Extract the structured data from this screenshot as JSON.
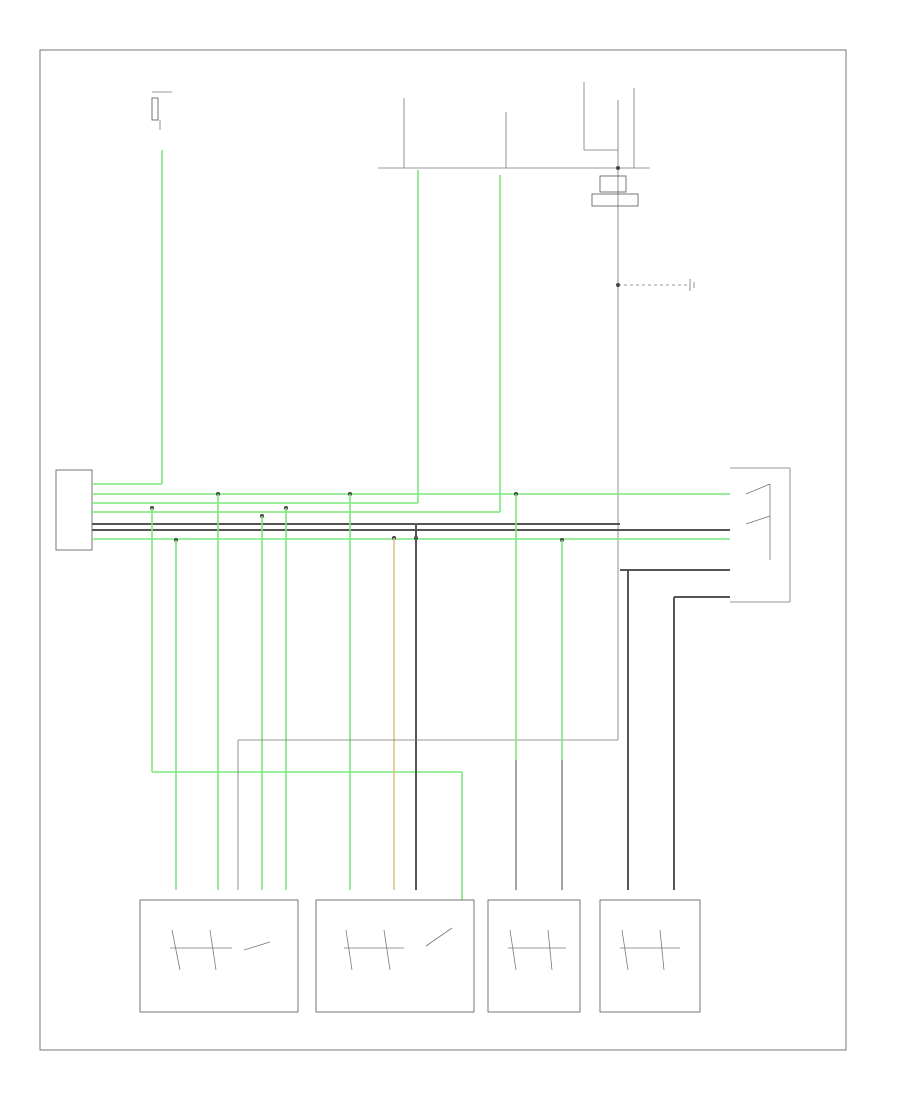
{
  "diagram": {
    "title": "",
    "page_label": "",
    "colors": {
      "green_wire": "#7be87b",
      "gray_wire": "#8c8c8c",
      "dark_wire": "#555555",
      "tan_wire": "#d8c48a",
      "frame": "#555555"
    },
    "components": [
      {
        "id": "fuse-top-left",
        "label": ""
      },
      {
        "id": "relay-row-top",
        "label": ""
      },
      {
        "id": "control-unit-left",
        "label": ""
      },
      {
        "id": "switch-right",
        "label": ""
      },
      {
        "id": "ground-right",
        "label": ""
      },
      {
        "id": "door-lock-1",
        "label": ""
      },
      {
        "id": "door-lock-2",
        "label": ""
      },
      {
        "id": "door-lock-3",
        "label": ""
      },
      {
        "id": "door-lock-4",
        "label": ""
      }
    ]
  }
}
